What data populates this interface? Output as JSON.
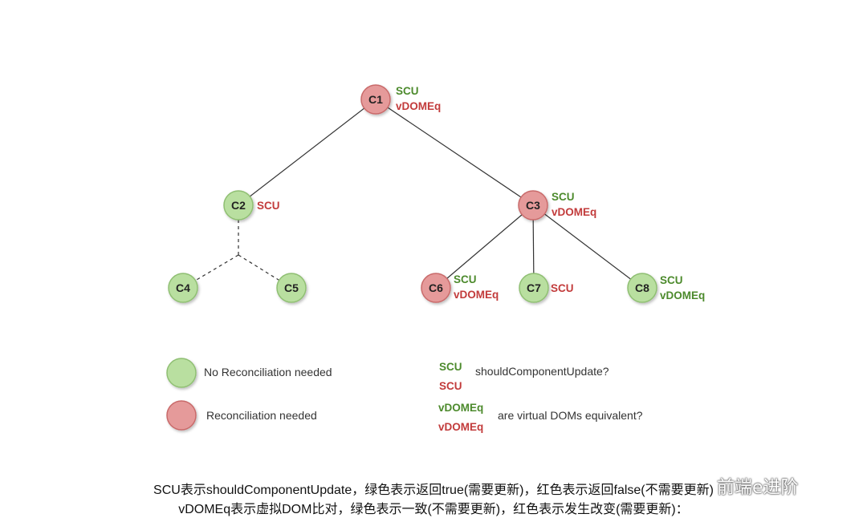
{
  "diagram": {
    "nodes": [
      {
        "id": "C1",
        "status": "red",
        "tags": [
          {
            "text": "SCU",
            "color": "green"
          },
          {
            "text": "vDOMEq",
            "color": "red"
          }
        ]
      },
      {
        "id": "C2",
        "status": "green",
        "tags": [
          {
            "text": "SCU",
            "color": "red"
          }
        ]
      },
      {
        "id": "C3",
        "status": "red",
        "tags": [
          {
            "text": "SCU",
            "color": "green"
          },
          {
            "text": "vDOMEq",
            "color": "red"
          }
        ]
      },
      {
        "id": "C4",
        "status": "green",
        "tags": []
      },
      {
        "id": "C5",
        "status": "green",
        "tags": []
      },
      {
        "id": "C6",
        "status": "red",
        "tags": [
          {
            "text": "SCU",
            "color": "green"
          },
          {
            "text": "vDOMEq",
            "color": "red"
          }
        ]
      },
      {
        "id": "C7",
        "status": "green",
        "tags": [
          {
            "text": "SCU",
            "color": "red"
          }
        ]
      },
      {
        "id": "C8",
        "status": "green",
        "tags": [
          {
            "text": "SCU",
            "color": "green"
          },
          {
            "text": "vDOMEq",
            "color": "green"
          }
        ]
      }
    ],
    "edges": [
      {
        "from": "C1",
        "to": "C2",
        "style": "solid"
      },
      {
        "from": "C1",
        "to": "C3",
        "style": "solid"
      },
      {
        "from": "C2",
        "to": "C4",
        "style": "dashed"
      },
      {
        "from": "C2",
        "to": "C5",
        "style": "dashed"
      },
      {
        "from": "C3",
        "to": "C6",
        "style": "solid"
      },
      {
        "from": "C3",
        "to": "C7",
        "style": "solid"
      },
      {
        "from": "C3",
        "to": "C8",
        "style": "solid"
      }
    ]
  },
  "legend": {
    "green_circle_label": "No Reconciliation needed",
    "red_circle_label": "Reconciliation needed",
    "scu_green": "SCU",
    "scu_red": "SCU",
    "scu_desc": "shouldComponentUpdate?",
    "vdom_green": "vDOMEq",
    "vdom_red": "vDOMEq",
    "vdom_desc": "are virtual DOMs equivalent?"
  },
  "caption": {
    "line1": "SCU表示shouldComponentUpdate，绿色表示返回true(需要更新)，红色表示返回false(不需要更新)",
    "line2": "vDOMEq表示虚拟DOM比对，绿色表示一致(不需要更新)，红色表示发生改变(需要更新)："
  },
  "watermark": "前端e进阶",
  "colors": {
    "green_fill": "#b9dfa0",
    "green_stroke": "#8fbf72",
    "red_fill": "#e59a9a",
    "red_stroke": "#c96a6a",
    "green_text": "#4c8a2c",
    "red_text": "#c23b3b"
  }
}
